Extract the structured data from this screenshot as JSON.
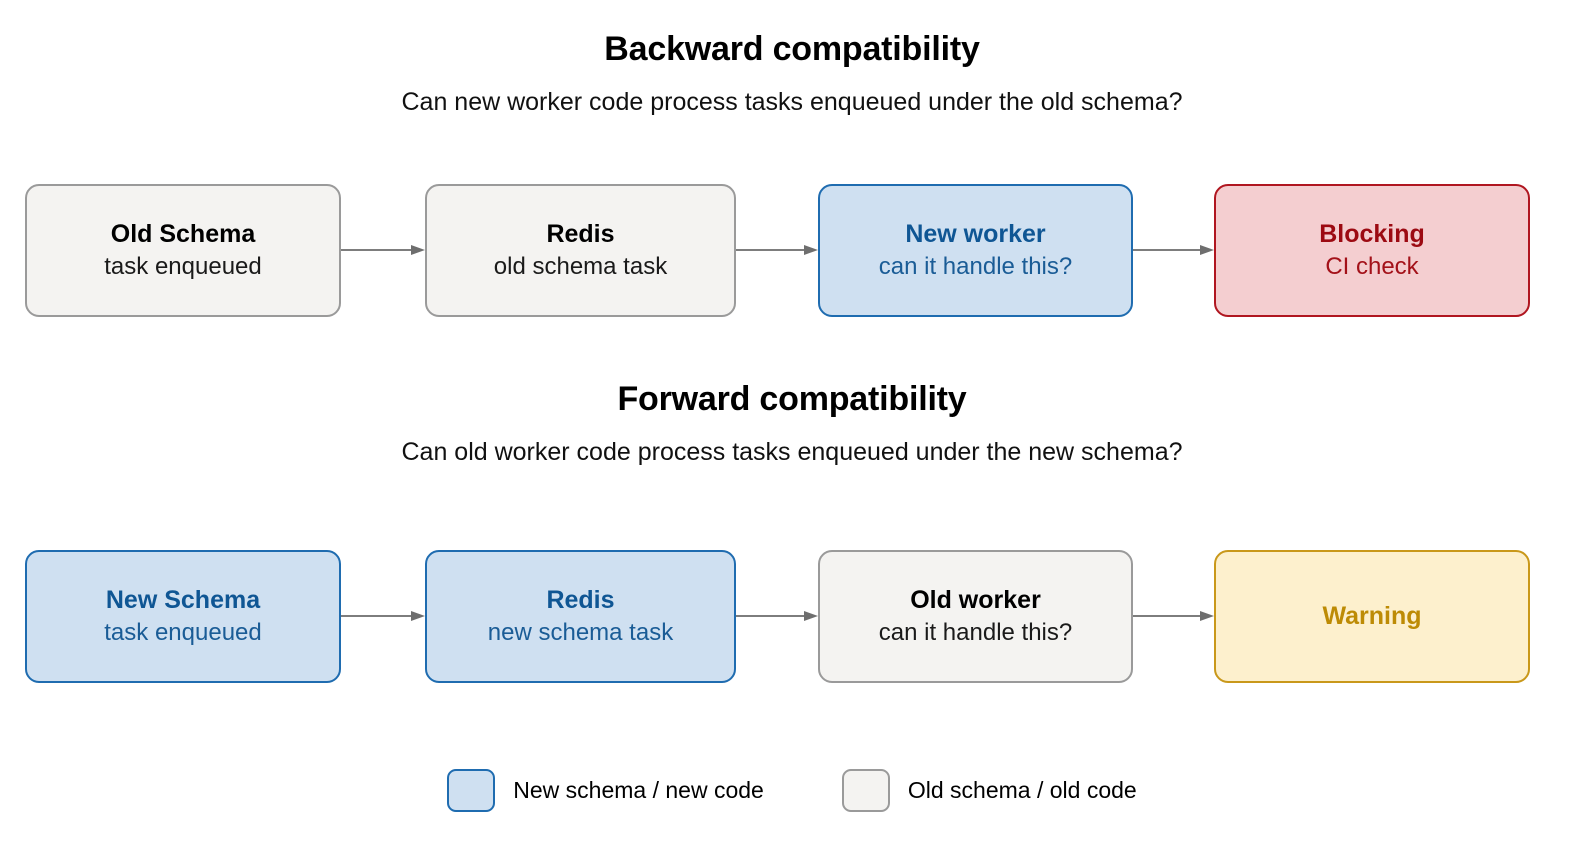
{
  "diagram": {
    "type": "flowchart",
    "sections": [
      {
        "id": "backward",
        "title": "Backward compatibility",
        "subtitle": "Can new worker code process tasks enqueued under the old schema?",
        "nodes": [
          {
            "title": "Old Schema",
            "sub": "task enqueued",
            "style": "neutral"
          },
          {
            "title": "Redis",
            "sub": "old schema task",
            "style": "neutral"
          },
          {
            "title": "New worker",
            "sub": "can it handle this?",
            "style": "blue"
          },
          {
            "title": "Blocking",
            "sub": "CI check",
            "style": "red"
          }
        ]
      },
      {
        "id": "forward",
        "title": "Forward compatibility",
        "subtitle": "Can old worker code process tasks enqueued under the new schema?",
        "nodes": [
          {
            "title": "New Schema",
            "sub": "task enqueued",
            "style": "blue"
          },
          {
            "title": "Redis",
            "sub": "new schema task",
            "style": "blue"
          },
          {
            "title": "Old worker",
            "sub": "can it handle this?",
            "style": "neutral"
          },
          {
            "title": "Warning",
            "sub": "",
            "style": "yellow"
          }
        ]
      }
    ],
    "legend": [
      {
        "label": "New schema / new code",
        "style": "blue"
      },
      {
        "label": "Old schema / old code",
        "style": "neutral"
      }
    ],
    "colors": {
      "blue_fill": "#cfe0f1",
      "blue_border": "#1f6cb0",
      "blue_text": "#0f5694",
      "neutral_fill": "#f4f3f1",
      "neutral_border": "#9a9a9a",
      "neutral_text": "#000000",
      "red_fill": "#f4ced0",
      "red_border": "#b01620",
      "red_text": "#9c0a12",
      "yellow_fill": "#fdf0cd",
      "yellow_border": "#c9981a",
      "yellow_text": "#bd8b05",
      "arrow": "#7d7d7d"
    }
  }
}
